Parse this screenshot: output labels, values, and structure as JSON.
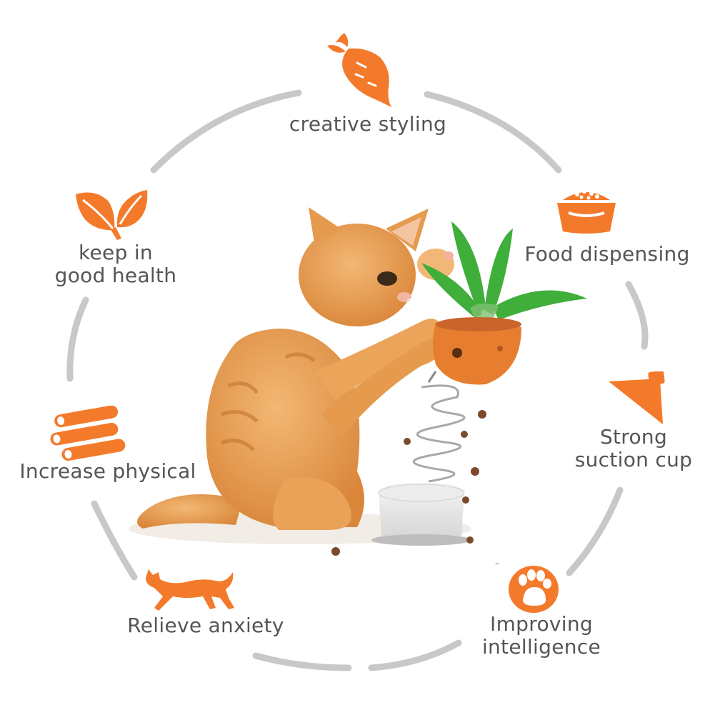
{
  "colors": {
    "accent": "#f47a2b",
    "ring": "#c8c8c8",
    "text": "#555555",
    "cat_fur": "#e69a4a",
    "leaf": "#3fae3a"
  },
  "features": [
    {
      "icon": "carrot-icon",
      "lines": [
        "creative styling"
      ]
    },
    {
      "icon": "food-bowl-icon",
      "lines": [
        "Food dispensing"
      ]
    },
    {
      "icon": "suction-cup-icon",
      "lines": [
        "Strong",
        "suction cup"
      ]
    },
    {
      "icon": "paw-print-icon",
      "lines": [
        "Improving",
        "intelligence"
      ]
    },
    {
      "icon": "running-cat-icon",
      "lines": [
        "Relieve anxiety"
      ]
    },
    {
      "icon": "sticks-icon",
      "lines": [
        "Increase physical"
      ]
    },
    {
      "icon": "leaf-icon",
      "lines": [
        "keep in",
        "good health"
      ]
    }
  ]
}
